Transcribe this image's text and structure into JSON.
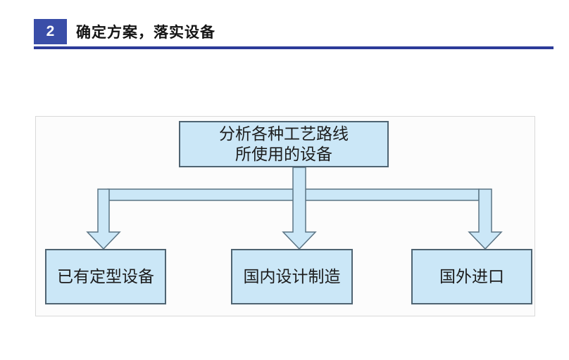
{
  "slide": {
    "section_number": "2",
    "section_title": "确定方案，落实设备"
  },
  "flowchart": {
    "root_line1": "分析各种工艺路线",
    "root_line2": "所使用的设备",
    "children": [
      {
        "label": "已有定型设备"
      },
      {
        "label": "国内设计制造"
      },
      {
        "label": "国外进口"
      }
    ]
  },
  "colors": {
    "accent-blue": "#3a4ea8",
    "rule-blue": "#2c3b99",
    "node-fill": "#cbe7f7",
    "node-border": "#4f6472",
    "arrow-outline": "#5b7484",
    "panel-border": "#d9d9d9",
    "panel-bg": "#fcfcfc",
    "title-color": "#141414",
    "node-text": "#1c1c1c"
  }
}
